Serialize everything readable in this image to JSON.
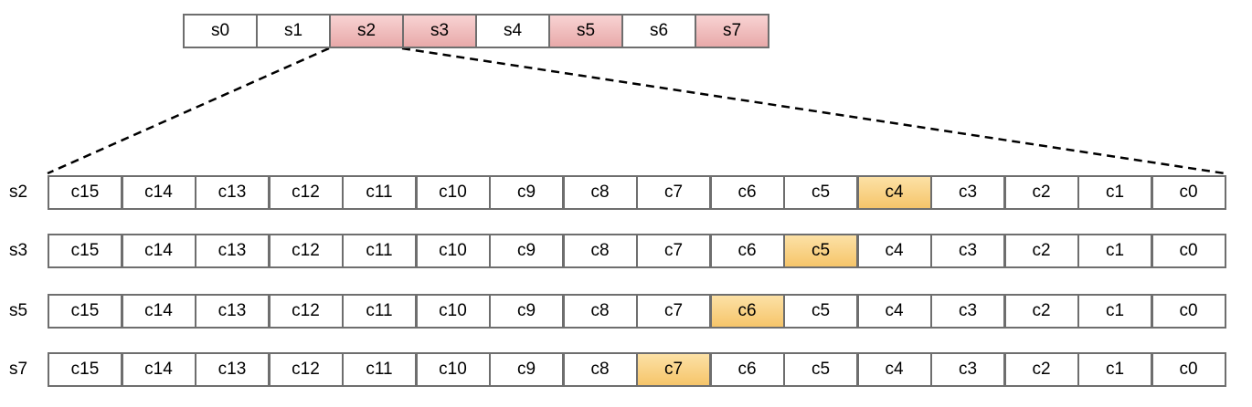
{
  "top_row": {
    "cells": [
      "s0",
      "s1",
      "s2",
      "s3",
      "s4",
      "s5",
      "s6",
      "s7"
    ],
    "highlighted": [
      false,
      false,
      true,
      true,
      false,
      true,
      false,
      true
    ]
  },
  "colors": {
    "top_highlight": "#eab0b0",
    "cell_highlight": "#f6c56a",
    "border": "#6e6e6e"
  },
  "rows": [
    {
      "label": "s2",
      "cells": [
        "c15",
        "c14",
        "c13",
        "c12",
        "c11",
        "c10",
        "c9",
        "c8",
        "c7",
        "c6",
        "c5",
        "c4",
        "c3",
        "c2",
        "c1",
        "c0"
      ],
      "highlight_index": 11
    },
    {
      "label": "s3",
      "cells": [
        "c15",
        "c14",
        "c13",
        "c12",
        "c11",
        "c10",
        "c9",
        "c8",
        "c7",
        "c6",
        "c5",
        "c4",
        "c3",
        "c2",
        "c1",
        "c0"
      ],
      "highlight_index": 10
    },
    {
      "label": "s5",
      "cells": [
        "c15",
        "c14",
        "c13",
        "c12",
        "c11",
        "c10",
        "c9",
        "c8",
        "c7",
        "c6",
        "c5",
        "c4",
        "c3",
        "c2",
        "c1",
        "c0"
      ],
      "highlight_index": 9
    },
    {
      "label": "s7",
      "cells": [
        "c15",
        "c14",
        "c13",
        "c12",
        "c11",
        "c10",
        "c9",
        "c8",
        "c7",
        "c6",
        "c5",
        "c4",
        "c3",
        "c2",
        "c1",
        "c0"
      ],
      "highlight_index": 8
    }
  ]
}
